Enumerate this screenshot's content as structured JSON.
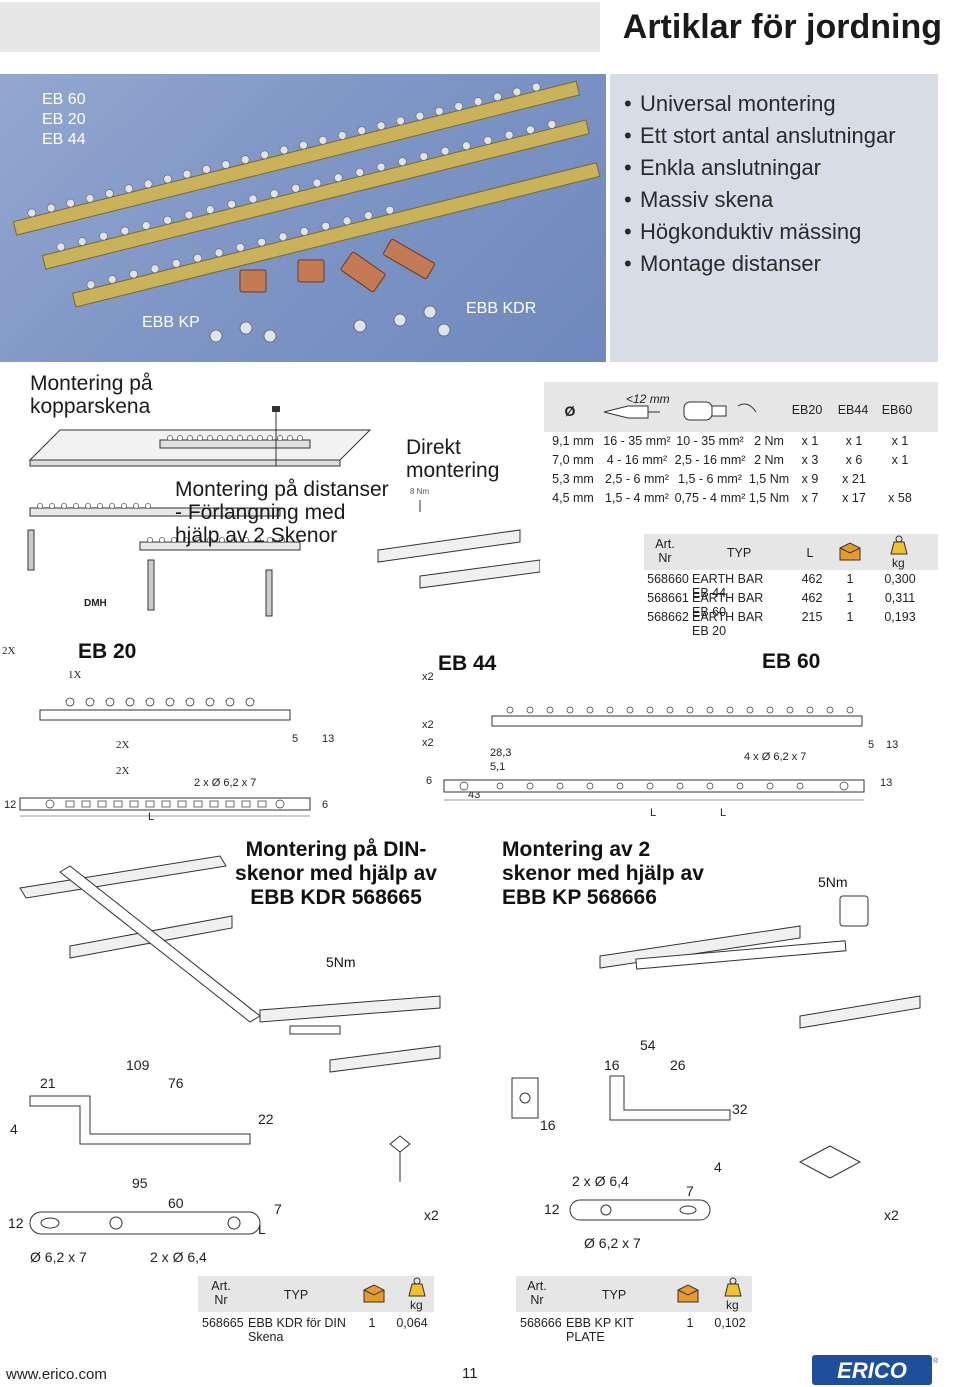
{
  "header": {
    "title": "Artiklar för jordning"
  },
  "photo": {
    "models": [
      "EB 60",
      "EB 20",
      "EB 44"
    ],
    "label_left": "EBB KP",
    "label_right": "EBB KDR"
  },
  "features": [
    "Universal montering",
    "Ett stort antal anslutningar",
    "Enkla anslutningar",
    "Massiv skena",
    "Högkonduktiv mässing",
    "Montage distanser"
  ],
  "mounting": {
    "copper_title_1": "Montering på",
    "copper_title_2": "kopparskena",
    "distance_1": "Montering på distanser",
    "distance_2": "- Förlangning med",
    "distance_3": "hjälp av 2 Skenor",
    "direct_1": "Direkt",
    "direct_2": "montering",
    "dmh": "DMH",
    "torque_small": "8 Nm"
  },
  "spec_table": {
    "col_diameter": "Ø",
    "col_len_note": "<12 mm",
    "col_eb20": "EB20",
    "col_eb44": "EB44",
    "col_eb60": "EB60",
    "rows": [
      {
        "d": "9,1 mm",
        "a": "16 - 35 mm²",
        "b": "10 - 35 mm²",
        "t": "2 Nm",
        "eb20": "x 1",
        "eb44": "x 1",
        "eb60": "x 1"
      },
      {
        "d": "7,0 mm",
        "a": "4 - 16 mm²",
        "b": "2,5 - 16 mm²",
        "t": "2 Nm",
        "eb20": "x 3",
        "eb44": "x 6",
        "eb60": "x 1"
      },
      {
        "d": "5,3 mm",
        "a": "2,5 - 6 mm²",
        "b": "1,5 - 6 mm²",
        "t": "1,5 Nm",
        "eb20": "x 9",
        "eb44": "x 21",
        "eb60": ""
      },
      {
        "d": "4,5 mm",
        "a": "1,5 - 4 mm²",
        "b": "0,75 - 4 mm²",
        "t": "1,5 Nm",
        "eb20": "x 7",
        "eb44": "x 17",
        "eb60": "x 58"
      }
    ]
  },
  "art_table": {
    "col_art_1": "Art.",
    "col_art_2": "Nr",
    "col_type": "TYP",
    "col_l": "L",
    "col_kg": "kg",
    "rows": [
      {
        "nr": "568660",
        "type": "EARTH BAR EB 44",
        "l": "462",
        "qty": "1",
        "kg": "0,300"
      },
      {
        "nr": "568661",
        "type": "EARTH BAR EB 60",
        "l": "462",
        "qty": "1",
        "kg": "0,311"
      },
      {
        "nr": "568662",
        "type": "EARTH BAR EB 20",
        "l": "215",
        "qty": "1",
        "kg": "0,193"
      }
    ]
  },
  "drawings": {
    "eb20": "EB 20",
    "eb44": "EB 44",
    "eb60": "EB 60",
    "x2_a": "2X",
    "x1": "1X",
    "x2_b": "2X",
    "x2_c": "2X",
    "hole_eb20": "2 x Ø 6,2 x 7",
    "dim_5": "5",
    "dim_13": "13",
    "dim_12": "12",
    "dim_6": "6",
    "dim_L": "L",
    "x2_1": "x2",
    "x2_2": "x2",
    "x2_3": "x2",
    "dim_6b": "6",
    "dim_283": "28,3",
    "dim_51": "5,1",
    "dim_43": "43",
    "dim_Lb": "L",
    "hole_eb60": "4 x Ø 6,2 x 7",
    "dim_5b": "5",
    "dim_13b": "13",
    "dim_13c": "13",
    "dim_Lc": "L"
  },
  "din": {
    "title_1": "Montering på DIN-",
    "title_2": "skenor med hjälp av",
    "title_3": "EBB KDR 568665",
    "torque": "5Nm"
  },
  "kp": {
    "title_1": "Montering av 2",
    "title_2": "skenor med hjälp av",
    "title_3": "EBB KP 568666",
    "torque": "5Nm"
  },
  "kdr_dims": {
    "d109": "109",
    "d21": "21",
    "d76": "76",
    "d4": "4",
    "d22": "22",
    "d95": "95",
    "d60": "60",
    "d7": "7",
    "d12": "12",
    "dL": "L",
    "hole1": "Ø 6,2 x 7",
    "hole2": "2 x Ø 6,4",
    "x2": "x2"
  },
  "kp_dims": {
    "d54": "54",
    "d16a": "16",
    "d26": "26",
    "d16b": "16",
    "d32": "32",
    "d4": "4",
    "hole1": "2 x Ø 6,4",
    "d7": "7",
    "d12": "12",
    "hole2": "Ø 6,2 x 7",
    "x2": "x2"
  },
  "kdr_table": {
    "col_art_1": "Art.",
    "col_art_2": "Nr",
    "col_type": "TYP",
    "col_kg": "kg",
    "nr": "568665",
    "type": "EBB KDR för DIN Skena",
    "qty": "1",
    "kg": "0,064"
  },
  "kp_table": {
    "col_art_1": "Art.",
    "col_art_2": "Nr",
    "col_type": "TYP",
    "col_kg": "kg",
    "nr": "568666",
    "type": "EBB KP KIT PLATE",
    "qty": "1",
    "kg": "0,102"
  },
  "footer": {
    "url": "www.erico.com",
    "page": "11",
    "logo": "ERICO",
    "logo_mark": "®"
  },
  "colors": {
    "photo_bg": "#7f96c6",
    "bullet_bg": "#d8dce6",
    "brass": "#c9b25a",
    "copper": "#c47a52",
    "logo_blue": "#1d4f9c",
    "icon_orange": "#e89a2a",
    "icon_yellow": "#f2c12e"
  }
}
